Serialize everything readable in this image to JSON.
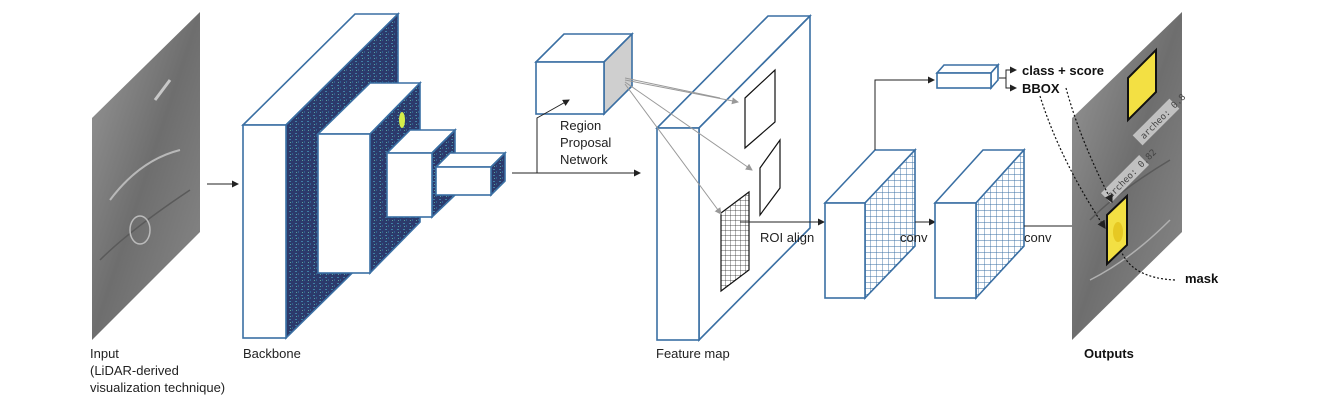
{
  "labels": {
    "input": "Input",
    "input_sub1": "(LiDAR-derived",
    "input_sub2": "visualization technique)",
    "backbone": "Backbone",
    "rpn_line1": "Region",
    "rpn_line2": "Proposal",
    "rpn_line3": "Network",
    "feature_map": "Feature map",
    "roi_align": "ROI align",
    "conv1": "conv",
    "conv2": "conv",
    "class_score": "class + score",
    "bbox": "BBOX",
    "mask": "mask",
    "outputs": "Outputs"
  },
  "scores": {
    "top": "archeo: 0.8",
    "bottom": "archeo: 0.82"
  },
  "colors": {
    "box_stroke": "#3a6fa3",
    "feature_dark": "#2b3f6e",
    "feature_mid": "#3b6ea0",
    "highlight": "#f3e043"
  }
}
